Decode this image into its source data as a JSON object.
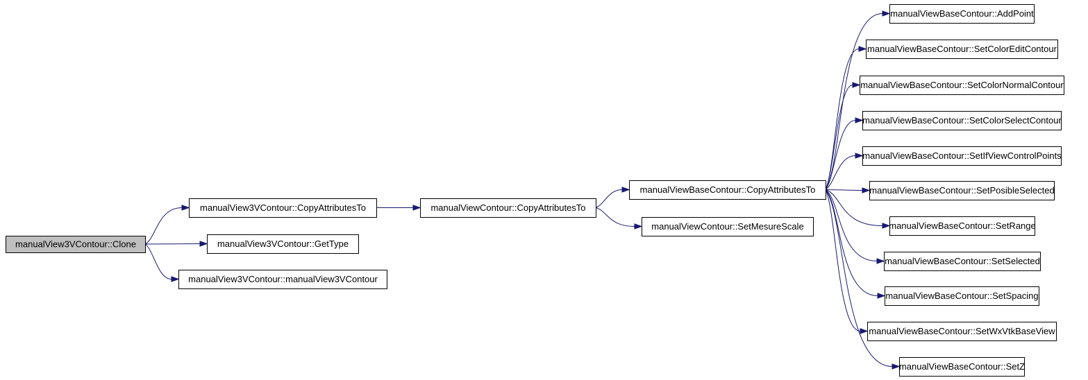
{
  "diagram": {
    "type": "call-graph",
    "edge_color": "#191970",
    "root_fill": "#bfbfbf",
    "nodes": [
      {
        "id": "n0",
        "label": "manualView3VContour::Clone",
        "root": true
      },
      {
        "id": "n1",
        "label": "manualView3VContour::CopyAttributesTo"
      },
      {
        "id": "n2",
        "label": "manualView3VContour::GetType"
      },
      {
        "id": "n3",
        "label": "manualView3VContour::manualView3VContour"
      },
      {
        "id": "n4",
        "label": "manualViewContour::CopyAttributesTo"
      },
      {
        "id": "n5",
        "label": "manualViewBaseContour::CopyAttributesTo"
      },
      {
        "id": "n6",
        "label": "manualViewContour::SetMesureScale"
      },
      {
        "id": "n7",
        "label": "manualViewBaseContour::AddPoint"
      },
      {
        "id": "n8",
        "label": "manualViewBaseContour::SetColorEditContour"
      },
      {
        "id": "n9",
        "label": "manualViewBaseContour::SetColorNormalContour"
      },
      {
        "id": "n10",
        "label": "manualViewBaseContour::SetColorSelectContour"
      },
      {
        "id": "n11",
        "label": "manualViewBaseContour::SetIfViewControlPoints"
      },
      {
        "id": "n12",
        "label": "manualViewBaseContour::SetPosibleSelected"
      },
      {
        "id": "n13",
        "label": "manualViewBaseContour::SetRange"
      },
      {
        "id": "n14",
        "label": "manualViewBaseContour::SetSelected"
      },
      {
        "id": "n15",
        "label": "manualViewBaseContour::SetSpacing"
      },
      {
        "id": "n16",
        "label": "manualViewBaseContour::SetWxVtkBaseView"
      },
      {
        "id": "n17",
        "label": "manualViewBaseContour::SetZ"
      }
    ],
    "edges": [
      {
        "from": "n0",
        "to": "n1"
      },
      {
        "from": "n0",
        "to": "n2"
      },
      {
        "from": "n0",
        "to": "n3"
      },
      {
        "from": "n1",
        "to": "n4"
      },
      {
        "from": "n4",
        "to": "n5"
      },
      {
        "from": "n4",
        "to": "n6"
      },
      {
        "from": "n5",
        "to": "n7"
      },
      {
        "from": "n5",
        "to": "n8"
      },
      {
        "from": "n5",
        "to": "n9"
      },
      {
        "from": "n5",
        "to": "n10"
      },
      {
        "from": "n5",
        "to": "n11"
      },
      {
        "from": "n5",
        "to": "n12"
      },
      {
        "from": "n5",
        "to": "n13"
      },
      {
        "from": "n5",
        "to": "n14"
      },
      {
        "from": "n5",
        "to": "n15"
      },
      {
        "from": "n5",
        "to": "n16"
      },
      {
        "from": "n5",
        "to": "n17"
      }
    ]
  }
}
